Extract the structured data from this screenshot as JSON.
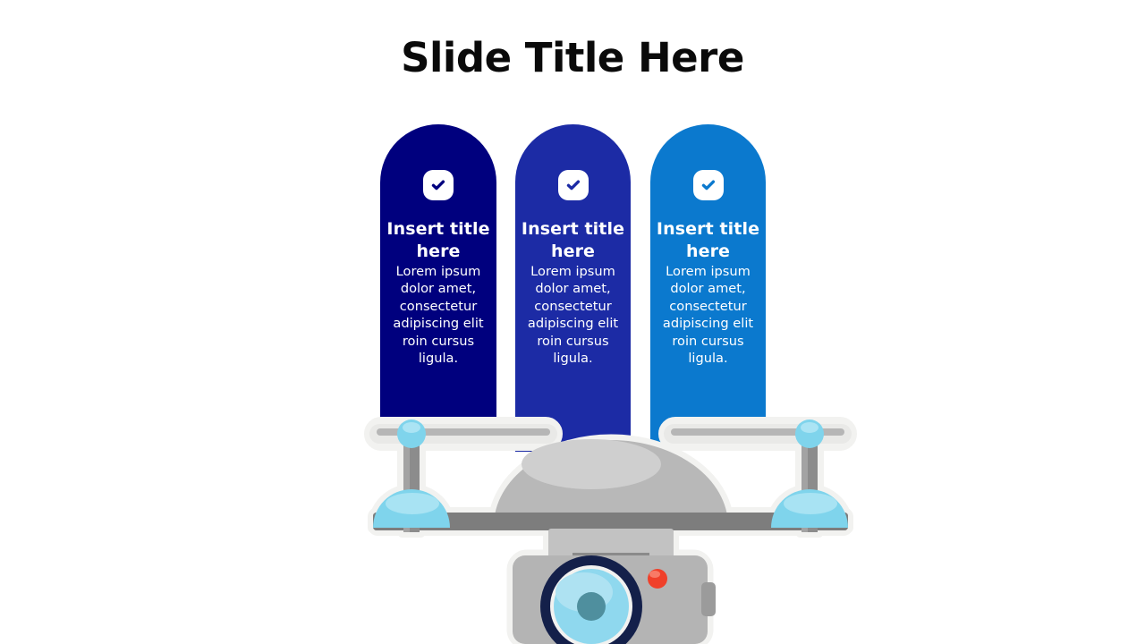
{
  "slide": {
    "title": "Slide Title Here",
    "background_color": "#ffffff",
    "title_color": "#0a0a0a"
  },
  "columns": [
    {
      "id": "column-1",
      "color": "#00007e",
      "icon": "check-icon",
      "title": "Insert title here",
      "body": "Lorem ipsum dolor amet, consectetur adipiscing elit roin cursus ligula."
    },
    {
      "id": "column-2",
      "color": "#1c2ba5",
      "icon": "check-icon",
      "title": "Insert title here",
      "body": "Lorem ipsum dolor amet, consectetur adipiscing elit roin cursus ligula."
    },
    {
      "id": "column-3",
      "color": "#0b79ce",
      "icon": "check-icon",
      "title": "Insert title here",
      "body": "Lorem ipsum dolor amet, consectetur adipiscing elit roin cursus ligula."
    }
  ],
  "illustration": {
    "name": "drone-illustration",
    "colors": {
      "body_gray": "#b3b3b3",
      "body_gray_light": "#c6c6c6",
      "beam_dark": "#7d7d7d",
      "outline_white": "#f2f2f0",
      "rotor_blue": "#7fd4ec",
      "rotor_blue_light": "#a5e3f2",
      "lens_ring": "#14204a",
      "lens_blue": "#8fd8ee",
      "lens_center": "#4f8f9e",
      "indicator_red": "#f0402a"
    }
  }
}
